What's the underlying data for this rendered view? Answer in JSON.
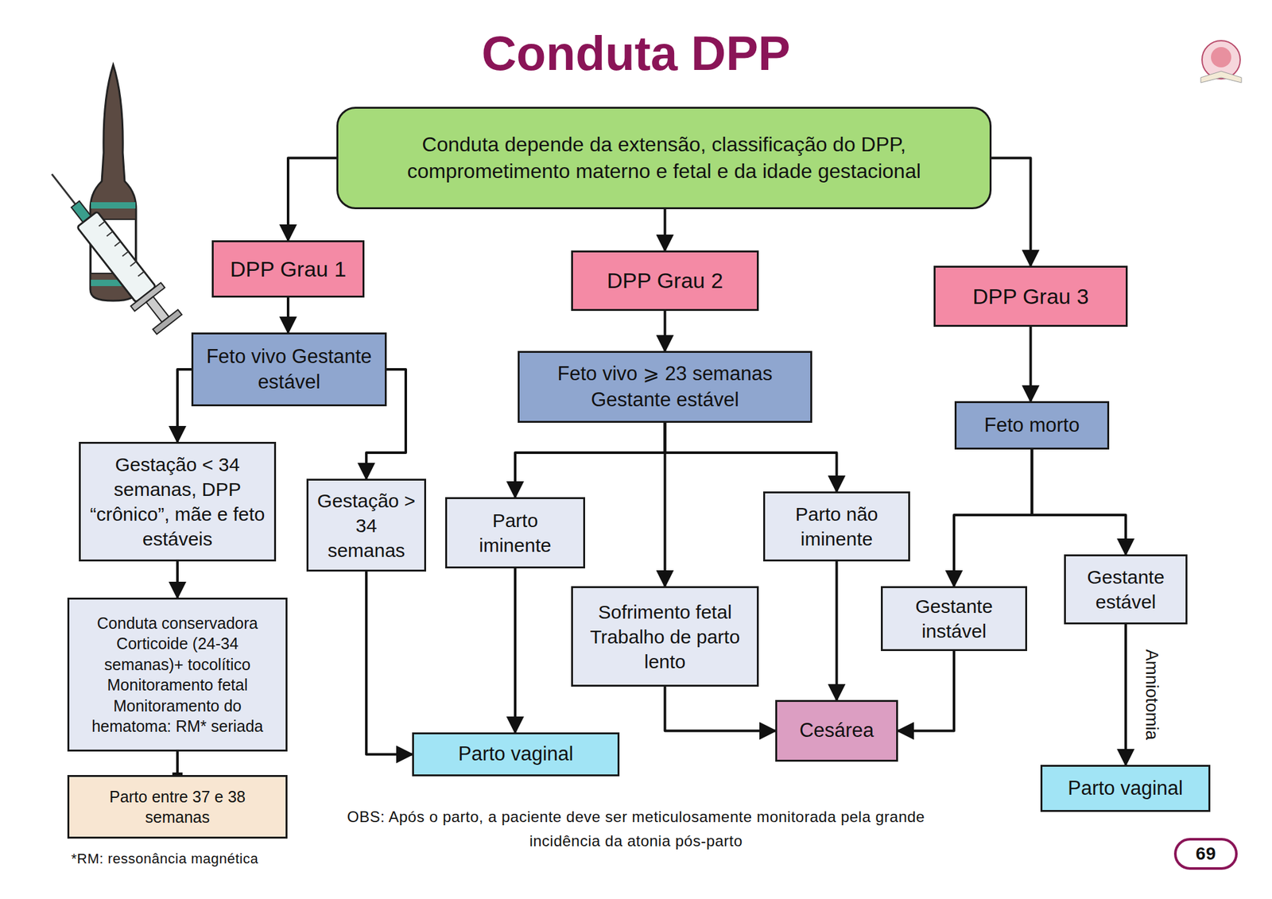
{
  "diagram": {
    "title": "Conduta DPP",
    "nodes": [
      {
        "text": [
          "Conduta depende da extensão, classificação do DPP, comprometimento materno e fetal e da idade gestacional"
        ]
      },
      {
        "text": [
          "DPP Grau 1"
        ]
      },
      {
        "text": [
          "DPP Grau 2"
        ]
      },
      {
        "text": [
          "DPP Grau 3"
        ]
      },
      {
        "text": [
          "Feto vivo Gestante estável"
        ]
      },
      {
        "text": [
          "Feto vivo ⩾ 23 semanas Gestante estável"
        ]
      },
      {
        "text": [
          "Feto morto"
        ]
      },
      {
        "text": [
          "Gestação < 34 semanas, DPP “crônico”, mãe e feto estáveis"
        ]
      },
      {
        "text": [
          "Gestação > 34 semanas"
        ]
      },
      {
        "text": [
          "Parto iminente"
        ]
      },
      {
        "text": [
          "Parto não iminente"
        ]
      },
      {
        "text": [
          "Gestante instável"
        ]
      },
      {
        "text": [
          "Gestante estável"
        ]
      },
      {
        "text": [
          "Conduta conservadora Corticoide (24-34 semanas)+ tocolítico Monitoramento fetal Monitoramento do hematoma: RM* seriada"
        ]
      },
      {
        "text": [
          "Sofrimento fetal Trabalho de parto lento"
        ]
      },
      {
        "text": [
          "Parto vaginal"
        ]
      },
      {
        "text": [
          "Cesárea"
        ]
      },
      {
        "text": [
          "Parto vaginal"
        ]
      },
      {
        "text": [
          "Parto entre 37 e 38 semanas"
        ]
      }
    ],
    "edges": [
      {
        "from": 0,
        "to": 1,
        "arrow": "to"
      },
      {
        "from": 0,
        "to": 2,
        "arrow": "to"
      },
      {
        "from": 0,
        "to": 3,
        "arrow": "to"
      },
      {
        "from": 1,
        "to": 4,
        "arrow": "to"
      },
      {
        "from": 2,
        "to": 5,
        "arrow": "to"
      },
      {
        "from": 3,
        "to": 6,
        "arrow": "to"
      },
      {
        "from": 4,
        "to": 7,
        "arrow": "to"
      },
      {
        "from": 4,
        "to": 8,
        "arrow": "to"
      },
      {
        "from": 5,
        "to": 9,
        "arrow": "to"
      },
      {
        "from": 5,
        "to": 14,
        "arrow": "to"
      },
      {
        "from": 5,
        "to": 10,
        "arrow": "to"
      },
      {
        "from": 6,
        "to": 11,
        "arrow": "to"
      },
      {
        "from": 6,
        "to": 12,
        "arrow": "to"
      },
      {
        "from": 7,
        "to": 13,
        "arrow": "to"
      },
      {
        "from": 13,
        "to": 18,
        "arrow": "none"
      },
      {
        "from": 8,
        "to": 15,
        "arrow": "to"
      },
      {
        "from": 9,
        "to": 15,
        "arrow": "to"
      },
      {
        "from": 14,
        "to": 16,
        "arrow": "to"
      },
      {
        "from": 10,
        "to": 16,
        "arrow": "to"
      },
      {
        "from": 11,
        "to": 16,
        "arrow": "to"
      },
      {
        "from": 12,
        "to": 17,
        "label": "Amniotomia",
        "arrow": "to"
      }
    ],
    "labels": [
      "OBS: Após o parto, a paciente deve ser meticulosamente monitorada pela grande incidência da atonia pós-parto",
      "*RM: ressonância magnética",
      "69"
    ]
  }
}
